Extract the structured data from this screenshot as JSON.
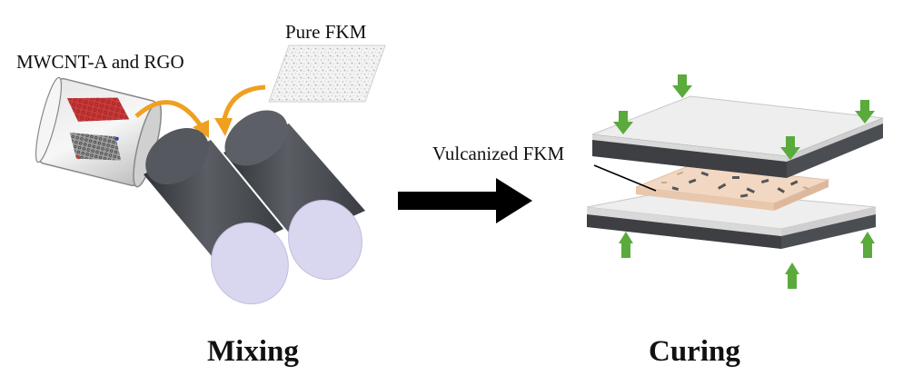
{
  "labels": {
    "mwcnt_rgo": "MWCNT-A and RGO",
    "pure_fkm": "Pure FKM",
    "vulcanized_fkm": "Vulcanized FKM",
    "mixing": "Mixing",
    "curing": "Curing"
  },
  "colors": {
    "roller_body": "#4a4d52",
    "roller_face": "#d9d6ef",
    "curve_arrow": "#f0a020",
    "process_arrow": "#000000",
    "plate_top": "#eeeeee",
    "plate_dark": "#3d3f43",
    "fkm_sheet": "#f2d8c2",
    "press_arrow": "#5aaa3c",
    "rgo_red": "#c63a3a"
  },
  "icons": [
    "curved-arrow",
    "process-arrow",
    "press-arrow"
  ]
}
